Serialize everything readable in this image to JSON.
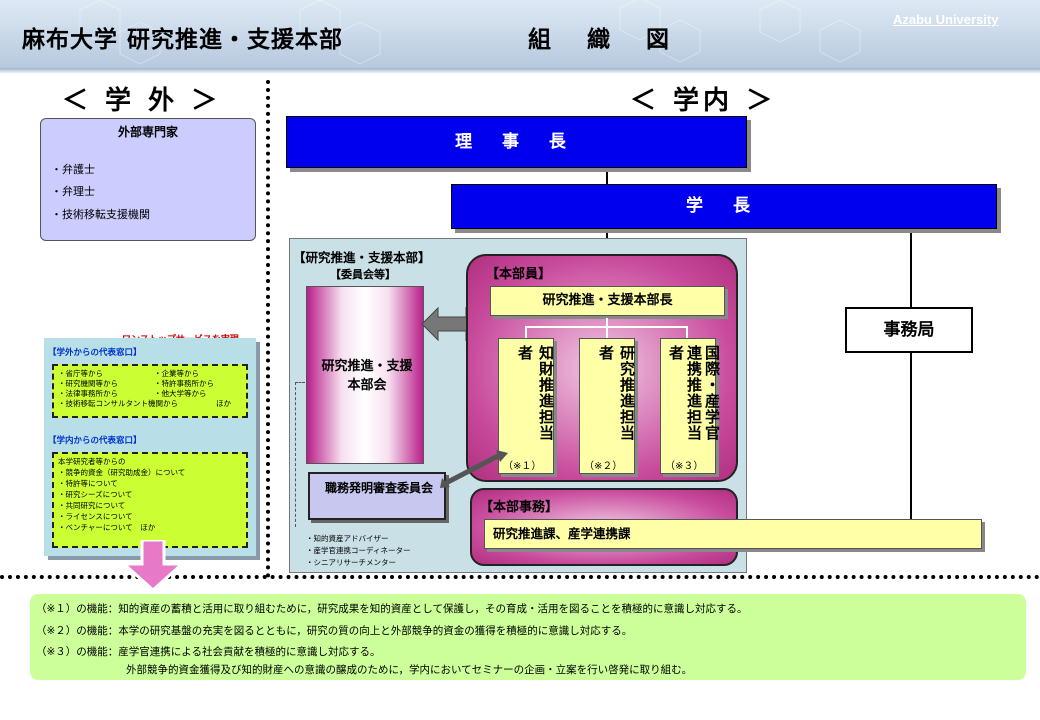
{
  "header": {
    "title_left": "麻布大学 研究推進・支援本部",
    "title_center": "組 織 図",
    "brand": "Azabu University"
  },
  "external": {
    "heading": "＜ 学 外 ＞",
    "expert_box": {
      "title": "外部専門家",
      "items": [
        "・弁護士",
        "・弁理士",
        "・技術移転支援機関"
      ]
    },
    "one_stop": {
      "label": "ワンストップサービスを実現",
      "outside_title": "【学外からの代表窓口】",
      "outside_items_left": [
        "・省庁等から",
        "・研究機関等から",
        "・法律事務所から",
        "・技術移転コンサルタント機関から"
      ],
      "outside_items_right": [
        "・企業等から",
        "・特許事務所から",
        "・他大学等から",
        "ほか"
      ],
      "inside_title": "【学内からの代表窓口】",
      "inside_items": [
        "本学研究者等からの",
        "・競争的資金（研究助成金）について",
        "・特許等について",
        "・研究シーズについて",
        "・共同研究について",
        "・ライセンスについて",
        "・ベンチャーについて　ほか"
      ]
    }
  },
  "internal": {
    "heading": "＜ 学内 ＞",
    "chairman": "理 事 長",
    "president": "学 長",
    "office": "事務局",
    "headquarters": {
      "label": "【研究推進・支援本部】",
      "committee_label": "【委員会等】",
      "council": "研究推進・支援本部会",
      "invention_committee": "職務発明審査委員会",
      "advisors": [
        "・知的資産アドバイザー",
        "・産学官連携コーディネーター",
        "・シニアリサーチメンター"
      ]
    },
    "members": {
      "label": "【本部員】",
      "director": "研究推進・支援本部長",
      "staff": [
        {
          "text": "知財推進担当者",
          "note": "（※１）"
        },
        {
          "text": "研究推進担当者",
          "note": "（※２）"
        },
        {
          "text": "国際・産学官連携推進担当者",
          "note": "（※３）"
        }
      ]
    },
    "secretariat": {
      "label": "【本部事務】",
      "sections": "研究推進課、産学連携課"
    }
  },
  "notes": [
    "（※１）の機能：知的資産の蓄積と活用に取り組むために，研究成果を知的資産として保護し，その育成・活用を図ることを積極的に意識し対応する。",
    "（※２）の機能：本学の研究基盤の充実を図るとともに，研究の質の向上と外部競争的資金の獲得を積極的に意識し対応する。",
    "（※３）の機能：産学官連携による社会貢献を積極的に意識し対応する。",
    "外部競争的資金獲得及び知的財産への意識の醸成のために，学内においてセミナーの企画・立案を行い啓発に取り組む。"
  ],
  "colors": {
    "blue": "#0000ee",
    "pink": "#c84a9c",
    "yellow": "#ffffa8",
    "green": "#ccff33",
    "teal": "#c8e0e6"
  }
}
